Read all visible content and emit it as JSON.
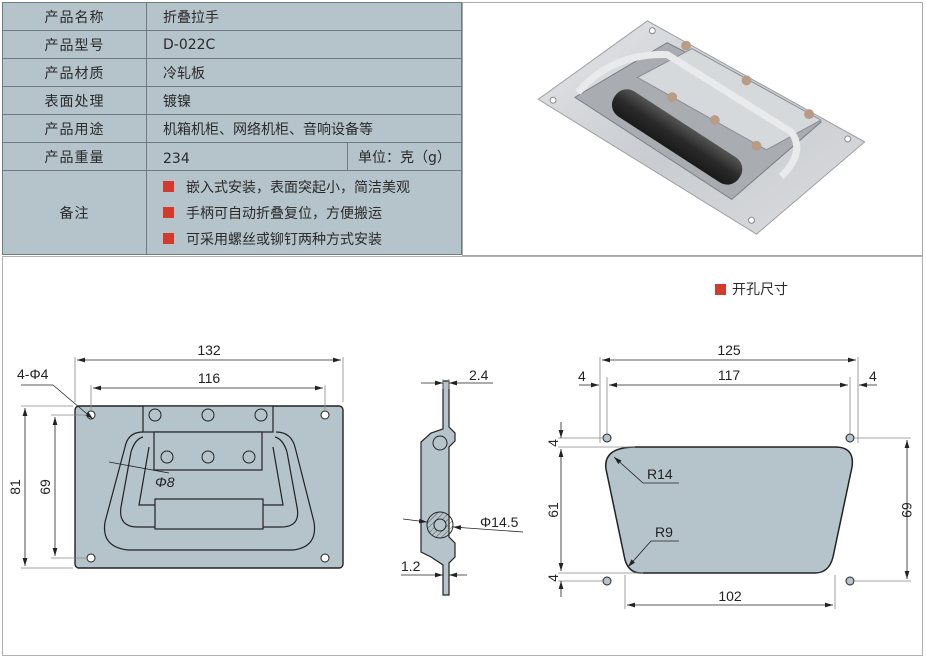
{
  "spec_table": {
    "rows": [
      {
        "label": "产品名称",
        "value": "折叠拉手"
      },
      {
        "label": "产品型号",
        "value": "D-022C"
      },
      {
        "label": "产品材质",
        "value": "冷轧板"
      },
      {
        "label": "表面处理",
        "value": "镀镍"
      },
      {
        "label": "产品用途",
        "value": "机箱机柜、网络机柜、音响设备等"
      }
    ],
    "weight": {
      "label": "产品重量",
      "value": "234",
      "unit": "单位：克（g）"
    },
    "notes": {
      "label": "备注",
      "items": [
        "嵌入式安装，表面突起小，简洁美观",
        "手柄可自动折叠复位，方便搬运",
        "可采用螺丝或铆钉两种方式安装"
      ]
    }
  },
  "photo": {
    "alt": "folding-handle-product-photo"
  },
  "drawing": {
    "front_view": {
      "overall_width": "132",
      "hole_spacing_width": "116",
      "overall_height": "81",
      "hole_spacing_height": "69",
      "hole_callout": "4-Φ4",
      "handle_diameter": "Φ8"
    },
    "side_view": {
      "flange_thickness": "2.4",
      "sheet_thickness": "1.2",
      "hinge_diameter": "Φ14.5"
    },
    "cutout_view": {
      "title": "开孔尺寸",
      "overall_width": "125",
      "hole_spacing": "117",
      "left_offset": "4",
      "right_offset": "4",
      "top_offset": "4",
      "bottom_offset": "4",
      "cutout_height": "61",
      "hole_spacing_height": "69",
      "bottom_width": "102",
      "top_radius": "R14",
      "bottom_radius": "R9"
    }
  },
  "colors": {
    "bullet": "#d23a2e",
    "table_bg": "#b5c3cb",
    "part_fill": "#b5c3cb"
  }
}
